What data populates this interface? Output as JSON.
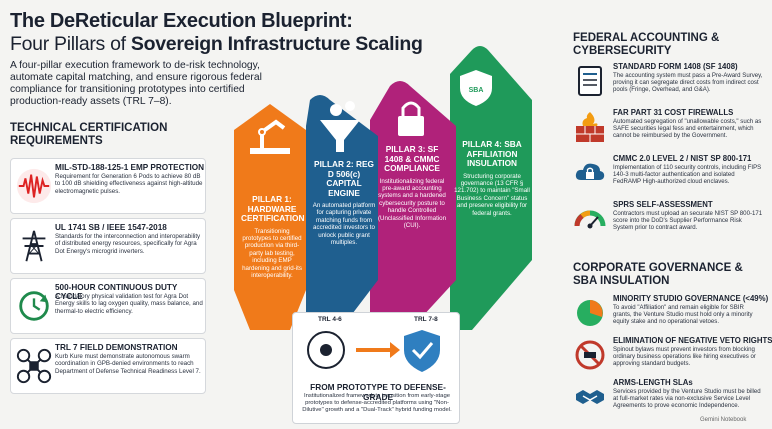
{
  "title": {
    "line1": "The DeReticular Execution Blueprint:",
    "line2_pre": "Four Pillars of ",
    "line2_bold": "Sovereign Infrastructure Scaling"
  },
  "intro": "A four-pillar execution framework to de-risk technology, automate capital matching, and ensure rigorous federal compliance for transitioning prototypes into certified production-ready assets (TRL 7–8).",
  "left_section": {
    "heading": "TECHNICAL CERTIFICATION REQUIREMENTS",
    "cards": [
      {
        "icon": "waveform-icon",
        "title": "MIL-STD-188-125-1 EMP PROTECTION",
        "desc": "Requirement for Generation 6 Pods to achieve 80 dB to 100 dB shielding effectiveness against high-altitude electromagnetic pulses."
      },
      {
        "icon": "power-tower-icon",
        "title": "UL 1741 SB / IEEE 1547-2018",
        "desc": "Standards for the interconnection and interoperability of distributed energy resources, specifically for Agra Dot Energy's microgrid inverters."
      },
      {
        "icon": "cycle-clock-icon",
        "title": "500-HOUR CONTINUOUS DUTY CYCLE",
        "desc": "A mandatory physical validation test for Agra Dot Energy skills to lag oxygen quality, mass balance, and thermal-to electric efficiency."
      },
      {
        "icon": "drone-icon",
        "title": "TRL 7 FIELD DEMONSTRATION",
        "desc": "Kurb Kure must demonstrate autonomous swarm coordination in GPB-denied environments to reach Department of Defense Technical Readiness Level 7."
      }
    ]
  },
  "pillars": [
    {
      "title": "PILLAR 1: HARDWARE CERTIFICATION",
      "desc": "Transitioning prototypes to certified production via third-party lab testing, including EMP hardening and grid-its interoperability.",
      "color": "#f07a1a"
    },
    {
      "title": "PILLAR 2: REG D 506(c) CAPITAL ENGINE",
      "desc": "An automated platform for capturing private matching funds from accredited investors to unlock public grant multiples.",
      "color": "#1f5f8f"
    },
    {
      "title": "PILLAR 3: SF 1408 & CMMC COMPLIANCE",
      "desc": "Institutionalizing federal pre-award accounting systems and a hardened cybersecurity posture to handle Controlled (Unclassified Information (CUI).",
      "color": "#b0227a"
    },
    {
      "title": "PILLAR 4: SBA AFFILIATION INSULATION",
      "desc": "Structuring corporate governance (13 CFR § 121.702) to maintain \"Small Business Concern\" status and preserve eligibility for federal grants.",
      "color": "#1f9a5a"
    }
  ],
  "bottom": {
    "trl_left": "TRL 4-6",
    "trl_right": "TRL 7-8",
    "title": "FROM PROTOTYPE TO DEFENSE-GRADE",
    "desc": "Institutionalized framework to transition from early-stage prototypes to defense-accredited platforms using \"Non-Dilutive\" growth and a \"Dual-Track\" hybrid funding model."
  },
  "right_section_1": {
    "heading": "FEDERAL ACCOUNTING & CYBERSECURITY",
    "items": [
      {
        "icon": "form-document-icon",
        "title": "STANDARD FORM 1408 (SF 1408)",
        "desc": "The accounting system must pass a Pre-Award Survey, proving it can segregate direct costs from indirect cost pools (Fringe, Overhead, and G&A)."
      },
      {
        "icon": "firewall-icon",
        "title": "FAR PART 31 COST FIREWALLS",
        "desc": "Automated segregation of \"unallowable costs,\" such as SAFE securities legal fess and entertainment, which cannot be reimbursed by the Government."
      },
      {
        "icon": "cloud-lock-icon",
        "title": "CMMC 2.0 LEVEL 2 / NIST SP 800-171",
        "desc": "Implementation of 110 security controls, including FIPS 140-3 multi-factor authentication and isolated FedRAMP High-authorized cloud enclaves."
      },
      {
        "icon": "gauge-icon",
        "title": "SPRS SELF-ASSESSMENT",
        "desc": "Contractors must upload an securate NIST SP 800-171 score into the DoD's Supplier Performance Risk System prior to contract award."
      }
    ]
  },
  "right_section_2": {
    "heading": "CORPORATE GOVERNANCE & SBA INSULATION",
    "items": [
      {
        "icon": "pie-chart-icon",
        "title": "MINORITY STUDIO GOVERNANCE (<49%)",
        "desc": "To avoid \"Affiliation\" and remain eligible for SBIR grants, the Venture Studio must hold only a minority equity stake and no operational vetoes."
      },
      {
        "icon": "no-veto-icon",
        "title": "ELIMINATION OF NEGATIVE VETO RIGHTS",
        "desc": "Spinout bylaws must prevent investors from blocking ordinary business operations like hiring executives or approving standard budgets."
      },
      {
        "icon": "handshake-icon",
        "title": "ARMS-LENGTH SLAs",
        "desc": "Services provided by the Venture Studio must be billed at full-market rates via non-exclusive Service Level Agreements to prove economic Independence."
      }
    ]
  },
  "watermark": "Gemini Notebook"
}
